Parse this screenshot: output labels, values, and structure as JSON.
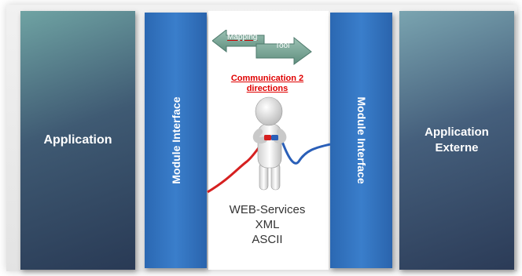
{
  "panels": {
    "left_app": "Application",
    "left_module": "Module Interface",
    "right_module": "Module Interface",
    "right_app_line1": "Application",
    "right_app_line2": "Externe"
  },
  "mapping_tool": {
    "mapping_label": "Mapping",
    "tool_label": "Tool"
  },
  "communication": {
    "line1": "Communication 2",
    "line2": "directions"
  },
  "protocols": [
    "WEB-Services",
    "XML",
    "ASCII"
  ],
  "colors": {
    "module_blue": "#2e6fbd",
    "arrow_green": "#6d9e8e",
    "cable_red": "#d62020",
    "cable_blue": "#2a5fb8",
    "emphasis_red": "#e00000"
  }
}
